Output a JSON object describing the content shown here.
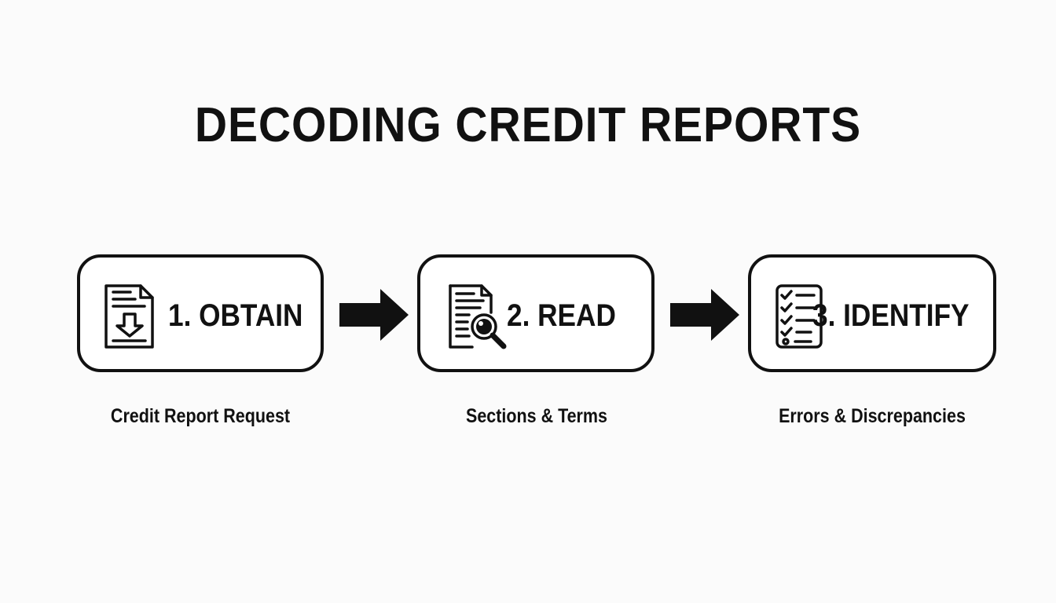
{
  "title": "DECODING CREDIT REPORTS",
  "steps": [
    {
      "label": "1. OBTAIN",
      "icon": "document-download-icon",
      "caption": "Credit Report Request"
    },
    {
      "label": "2. READ",
      "icon": "document-magnifier-icon",
      "caption": "Sections & Terms"
    },
    {
      "label": "3. IDENTIFY",
      "icon": "checklist-icon",
      "caption": "Errors & Discrepancies"
    }
  ],
  "connectors": [
    "right-arrow-icon",
    "right-arrow-icon"
  ],
  "colors": {
    "background": "#fbfbfb",
    "ink": "#111111",
    "box_fill": "#ffffff"
  }
}
